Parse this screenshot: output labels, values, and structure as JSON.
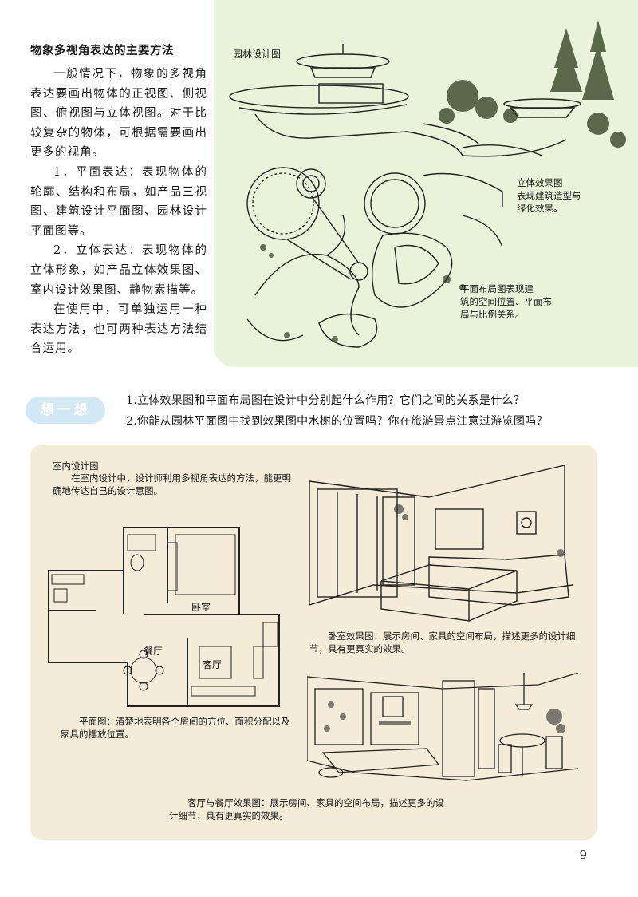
{
  "left_column": {
    "heading": "物象多视角表达的主要方法",
    "p1": "一般情况下，物象的多视角表达要画出物体的正视图、侧视图、俯视图与立体视图。对于比较复杂的物体，可根据需要画出更多的视角。",
    "p2": "1．平面表达：表现物体的轮廓、结构和布局，如产品三视图、建筑设计平面图、园林设计平面图等。",
    "p3": "2．立体表达：表现物体的立体形象，如产品立体效果图、室内设计效果图、静物素描等。",
    "p4": "在使用中，可单独运用一种表达方法，也可两种表达方法结合运用。"
  },
  "garden": {
    "title": "园林设计图",
    "caption_3d": "立体效果图\n表现建筑造型与\n绿化效果。",
    "caption_plan": "平面布局图表现建\n筑的空间位置、平面布\n局与比例关系。"
  },
  "think": {
    "badge": "想一想",
    "q1": "1.立体效果图和平面布局图在设计中分别起什么作用？它们之间的关系是什么？",
    "q2": "2.你能从园林平面图中找到效果图中水榭的位置吗？你在旅游景点注意过游览图吗？"
  },
  "interior": {
    "title": "室内设计图",
    "intro": "在室内设计中，设计师利用多视角表达的方法，能更明确地传达自己的设计意图。",
    "room_bedroom": "卧室",
    "room_dining": "餐厅",
    "room_living": "客厅",
    "plan_caption": "平面图：清楚地表明各个房间的方位、面积分配以及家具的摆放位置。",
    "bedroom_caption": "卧室效果图：展示房间、家具的空间布局，描述更多的设计细节，具有更真实的效果。",
    "living_caption": "客厅与餐厅效果图：展示房间、家具的空间布局，描述更多的设计细节，具有更真实的效果。"
  },
  "page_number": "9",
  "colors": {
    "garden_bg": "#e9f3d9",
    "interior_bg": "#f4ecd8",
    "think_badge": "#d2e8f4"
  }
}
